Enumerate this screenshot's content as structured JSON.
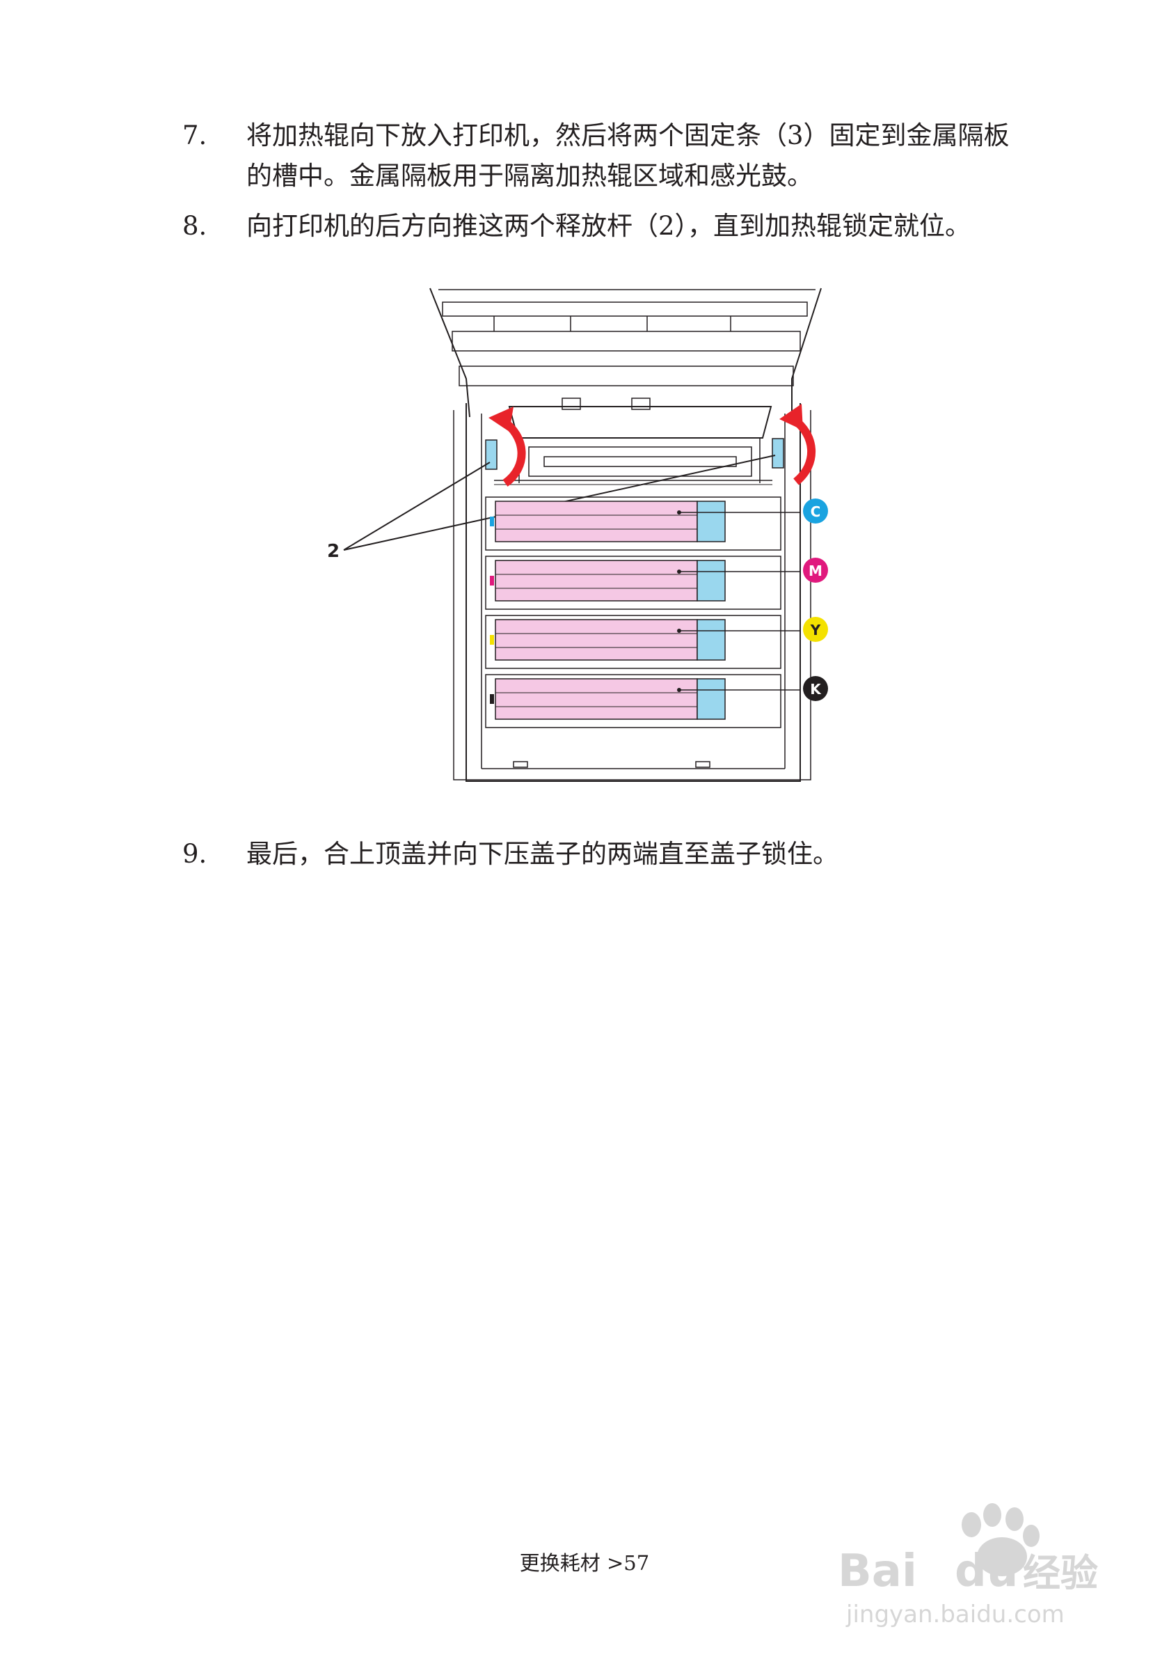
{
  "steps": [
    {
      "number": "7.",
      "text": "将加热辊向下放入打印机，然后将两个固定条（3）固定到金属隔板的槽中。金属隔板用于隔离加热辊区域和感光鼓。"
    },
    {
      "number": "8.",
      "text": "向打印机的后方向推这两个释放杆（2），直到加热辊锁定就位。"
    },
    {
      "number": "9.",
      "text": "最后，合上顶盖并向下压盖子的两端直至盖子锁住。"
    }
  ],
  "figure": {
    "callout": "2",
    "cartridges": [
      {
        "label": "C",
        "color": "#1aa3e0"
      },
      {
        "label": "M",
        "color": "#e0197d"
      },
      {
        "label": "Y",
        "color": "#f4e100"
      },
      {
        "label": "K",
        "color": "#231f20"
      }
    ],
    "colors": {
      "drum": "#f5c8e4",
      "end_cap": "#9ad7ee",
      "arrow": "#e8232a",
      "line": "#231f20"
    }
  },
  "footer": {
    "text": "更换耗材 >57"
  },
  "watermark": {
    "brand": "Bai",
    "brand_tail": "du",
    "product": "经验",
    "url": "jingyan.baidu.com"
  }
}
